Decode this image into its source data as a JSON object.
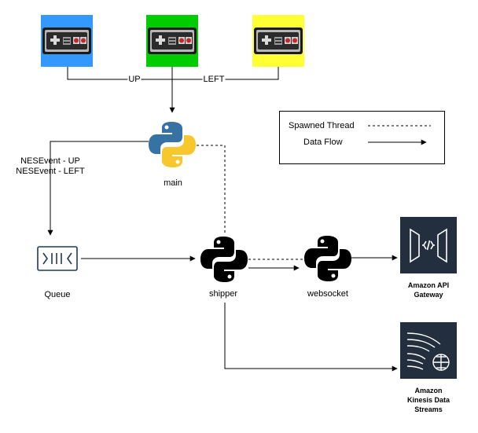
{
  "controllers": [
    {
      "color": "#3399ff"
    },
    {
      "color": "#00cc00"
    },
    {
      "color": "#ffff33"
    }
  ],
  "edges": {
    "up": "UP",
    "left": "LEFT",
    "nes_event_up": "NESEvent - UP",
    "nes_event_left": "NESEvent - LEFT"
  },
  "nodes": {
    "main": "main",
    "queue": "Queue",
    "shipper": "shipper",
    "websocket": "websocket",
    "api_gateway_line1": "Amazon API",
    "api_gateway_line2": "Gateway",
    "kinesis_line1": "Amazon",
    "kinesis_line2": "Kinesis Data",
    "kinesis_line3": "Streams"
  },
  "legend": {
    "spawned_thread": "Spawned Thread",
    "data_flow": "Data Flow"
  },
  "colors": {
    "python_blue": "#3672a4",
    "python_yellow": "#f6c82d",
    "aws_dark": "#232f3e",
    "queue_blue": "#1f3a5a"
  }
}
